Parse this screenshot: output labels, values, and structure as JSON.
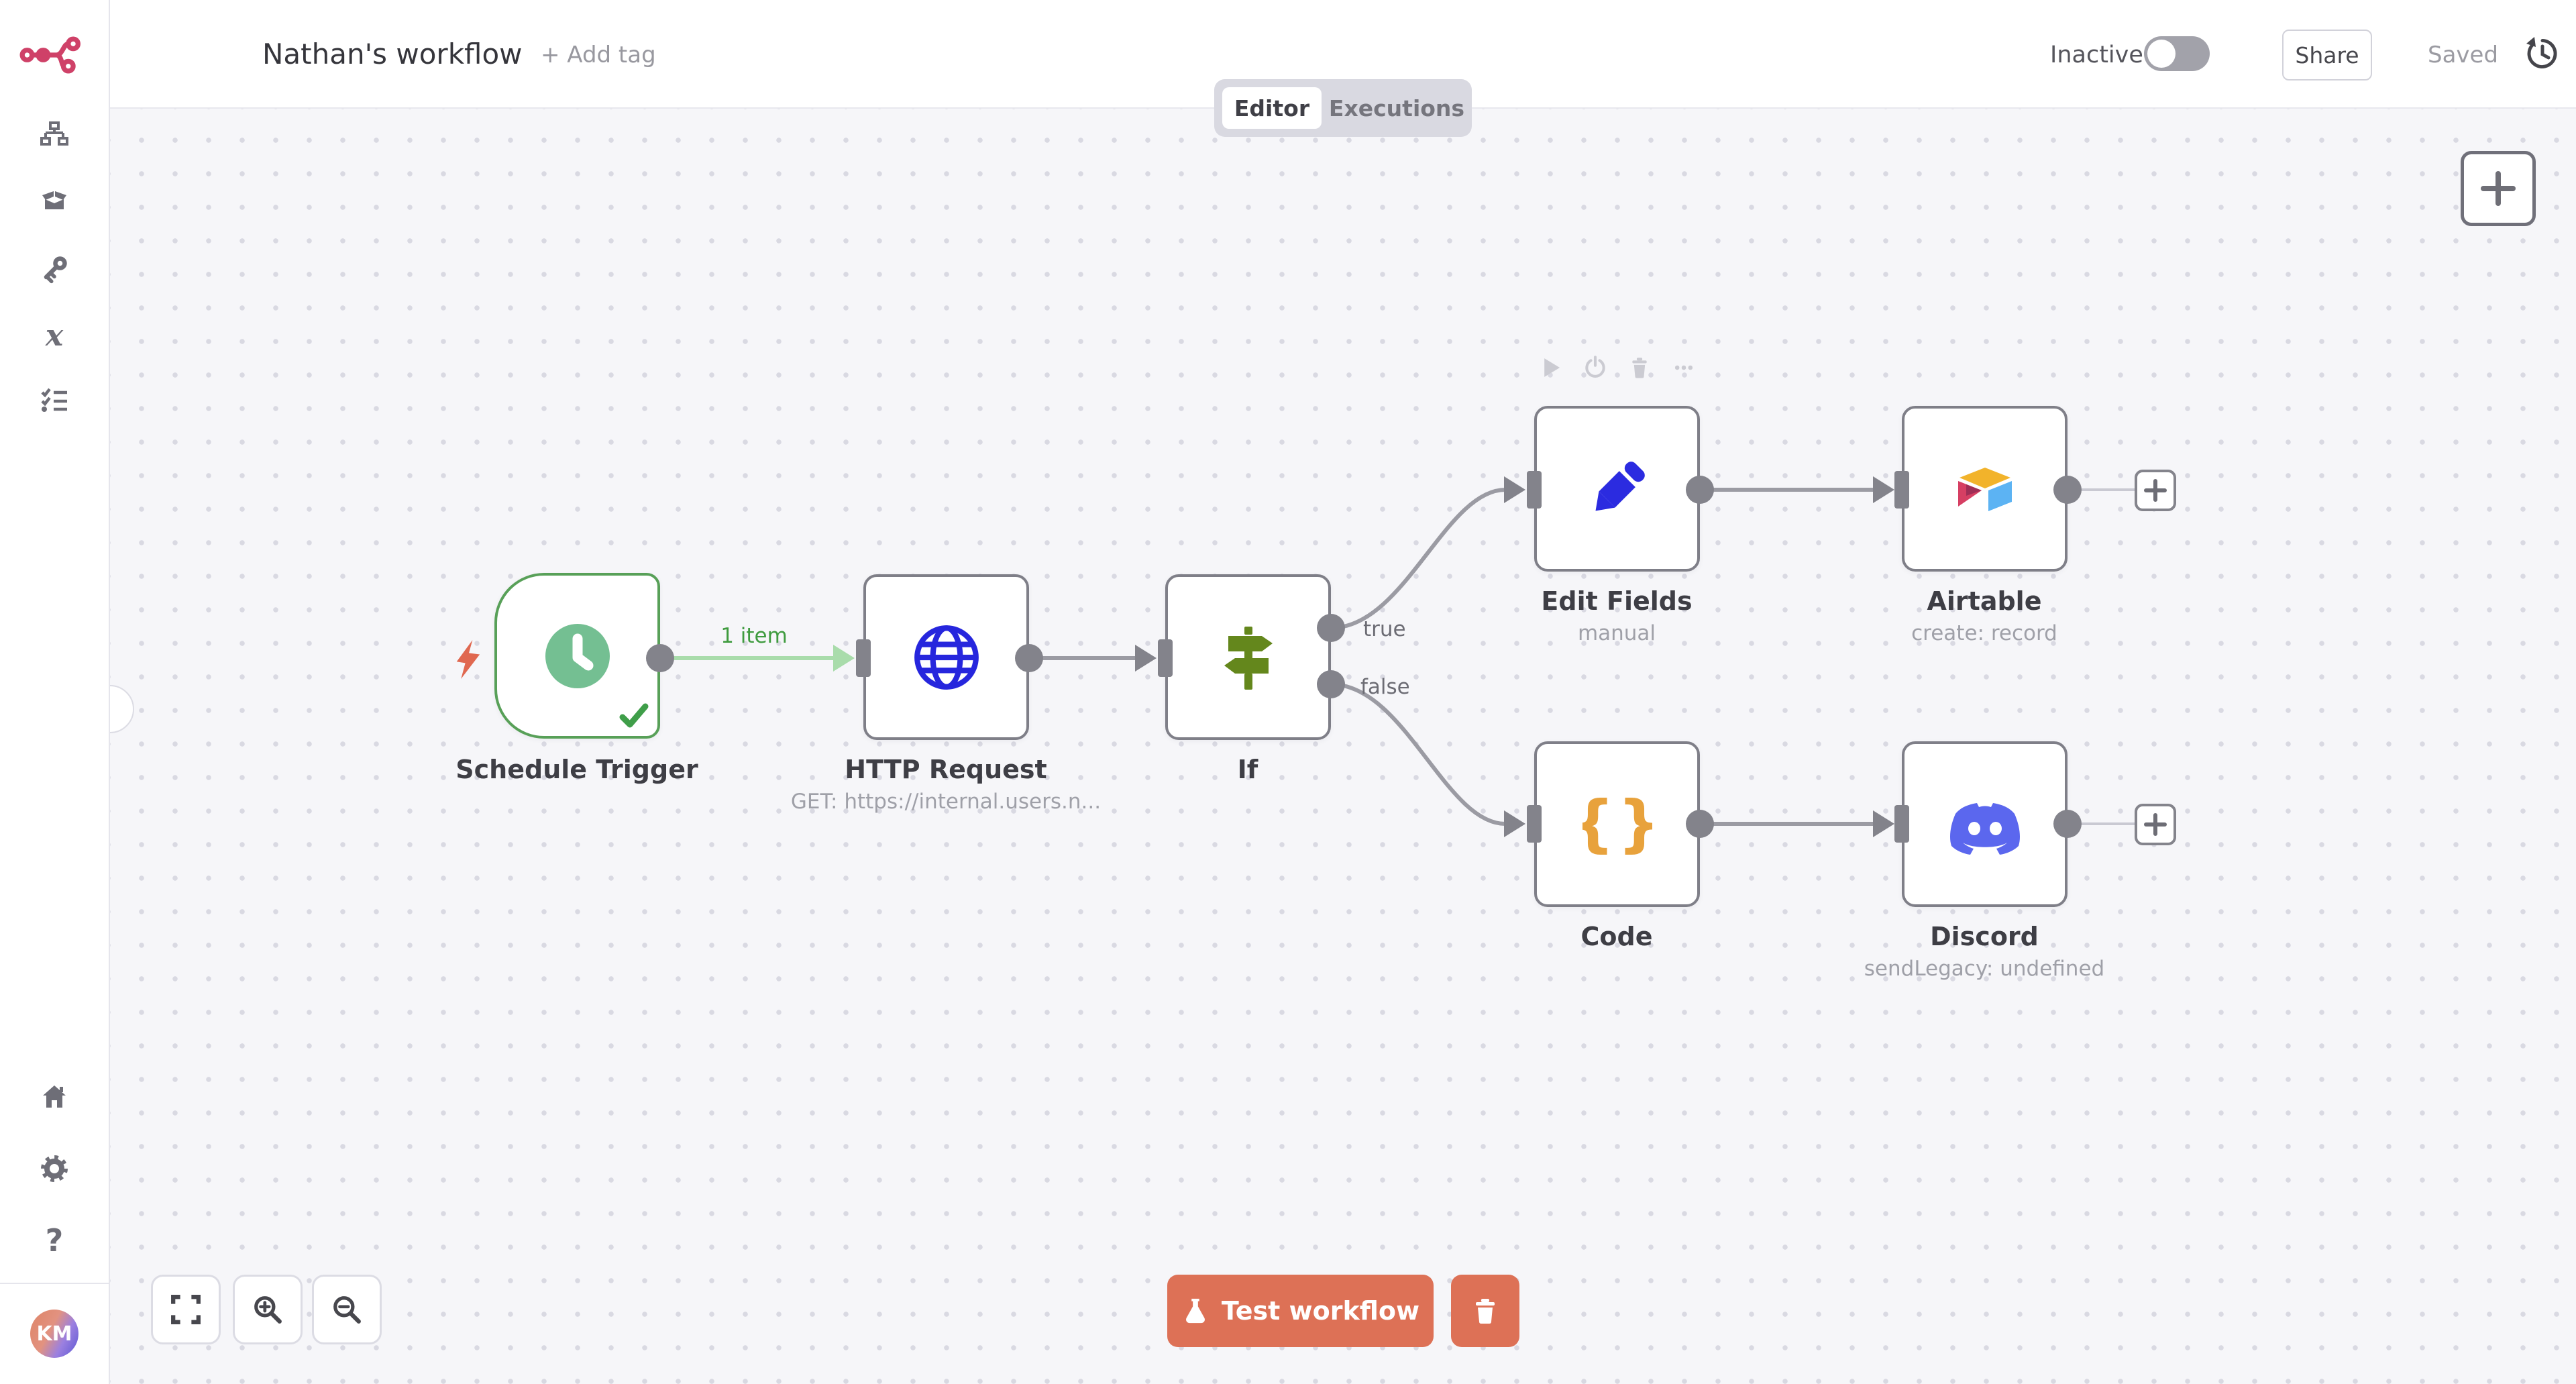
{
  "header": {
    "title": "Nathan's workflow",
    "add_tag": "+ Add tag",
    "status_label": "Inactive",
    "share_label": "Share",
    "saved_label": "Saved"
  },
  "tabs": {
    "editor": "Editor",
    "executions": "Executions"
  },
  "sidebar": {
    "avatar_initials": "KM",
    "help_glyph": "?",
    "icons": [
      "workflows-icon",
      "templates-box-icon",
      "credentials-key-icon",
      "variables-x-icon",
      "executions-checklist-icon",
      "home-icon",
      "settings-gear-icon",
      "help-icon"
    ]
  },
  "canvas": {
    "connection_label": "1 item",
    "branch_true": "true",
    "branch_false": "false",
    "nodes": [
      {
        "name": "Schedule Trigger",
        "subtitle": "",
        "icon": "clock-icon"
      },
      {
        "name": "HTTP Request",
        "subtitle": "GET: https://internal.users.n...",
        "icon": "globe-icon"
      },
      {
        "name": "If",
        "subtitle": "",
        "icon": "signpost-icon"
      },
      {
        "name": "Edit Fields",
        "subtitle": "manual",
        "icon": "pencil-icon"
      },
      {
        "name": "Airtable",
        "subtitle": "create: record",
        "icon": "airtable-logo-icon"
      },
      {
        "name": "Code",
        "subtitle": "",
        "icon": "braces-icon"
      },
      {
        "name": "Discord",
        "subtitle": "sendLegacy: undefined",
        "icon": "discord-icon"
      }
    ],
    "test_button_label": "Test workflow"
  },
  "colors": {
    "brand_pink": "#cf4168",
    "primary_button": "#dd7156",
    "success_green": "#58a058",
    "wire_gray": "#9b9ba3",
    "wire_green": "#a9dcab",
    "port_gray": "#83838b",
    "canvas_bg": "#f6f6f9",
    "discord_blurple": "#5865F2",
    "code_orange": "#e8a23c",
    "node_blue": "#2b2be0",
    "if_olive": "#64871c"
  }
}
